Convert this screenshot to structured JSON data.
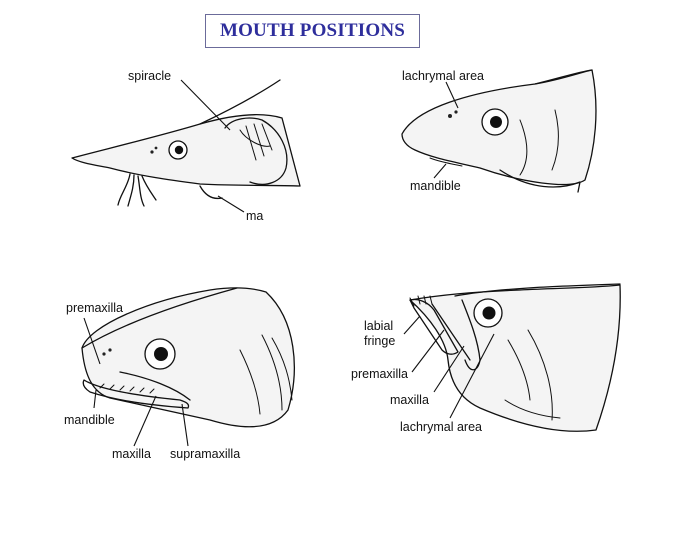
{
  "title": "MOUTH POSITIONS",
  "panels": {
    "top_left": {
      "labels": {
        "spiracle": "spiracle",
        "ma": "ma"
      }
    },
    "top_right": {
      "labels": {
        "lachrymal_area": "lachrymal area",
        "mandible": "mandible"
      }
    },
    "bottom_left": {
      "labels": {
        "premaxilla": "premaxilla",
        "mandible": "mandible",
        "maxilla": "maxilla",
        "supramaxilla": "supramaxilla"
      }
    },
    "bottom_right": {
      "labels": {
        "labial": "labial",
        "fringe": "fringe",
        "premaxilla": "premaxilla",
        "maxilla": "maxilla",
        "lachrymal_area": "lachrymal area"
      }
    }
  }
}
